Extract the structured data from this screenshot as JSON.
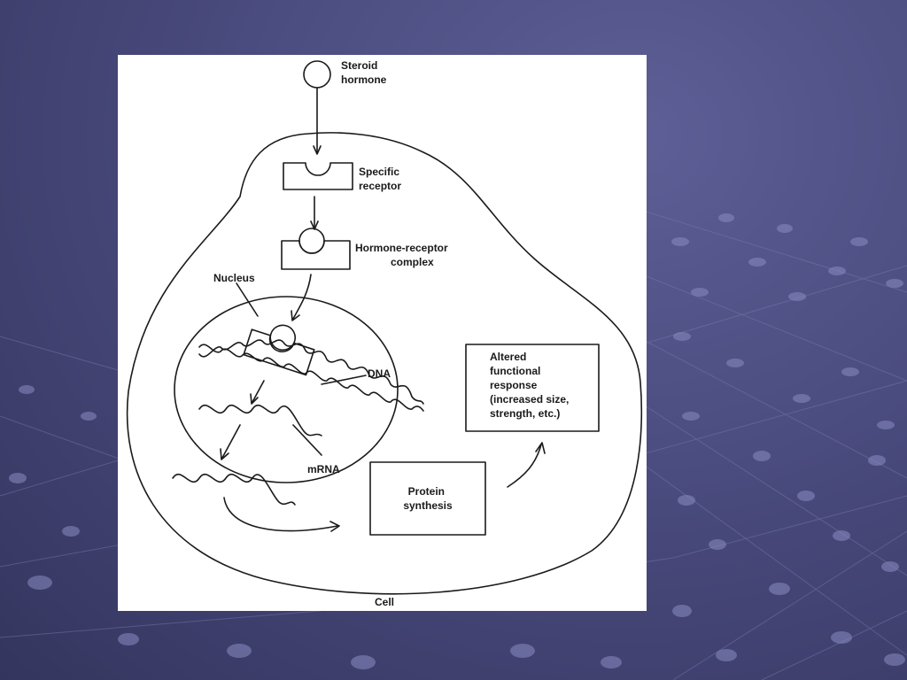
{
  "slide": {
    "background_color": "#4a4b7e",
    "panel_color": "#ffffff",
    "line_color": "#1a1a1a"
  },
  "diagram": {
    "labels": {
      "steroid_hormone": [
        "Steroid",
        "hormone"
      ],
      "specific_receptor": [
        "Specific",
        "receptor"
      ],
      "hormone_receptor_complex": [
        "Hormone-receptor",
        "complex"
      ],
      "nucleus": "Nucleus",
      "dna": "DNA",
      "mrna": "mRNA",
      "altered_response": [
        "Altered",
        "functional",
        "response",
        "(increased size,",
        "strength, etc.)"
      ],
      "protein_synthesis": [
        "Protein",
        "synthesis"
      ],
      "cell": "Cell"
    }
  }
}
